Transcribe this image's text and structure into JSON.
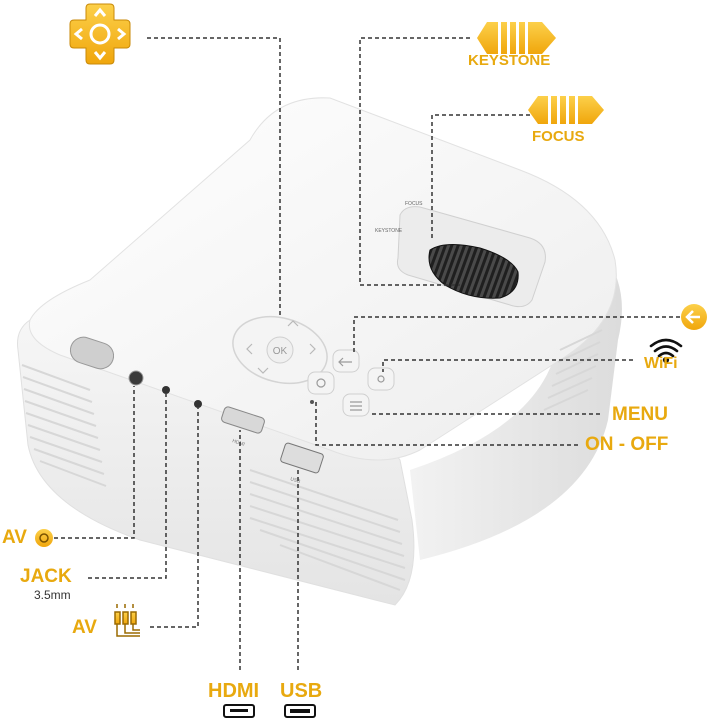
{
  "labels": {
    "keystone": "KEYSTONE",
    "focus": "FOCUS",
    "wifi": "WiFi",
    "menu": "MENU",
    "on_off": "ON - OFF",
    "av_top": "AV",
    "jack": "JACK",
    "jack_size": "3.5mm",
    "av_bottom": "AV",
    "hdmi": "HDMI",
    "usb": "USB"
  },
  "device": {
    "ok_button": "OK",
    "focus_marking": "FOCUS",
    "keystone_marking": "KEYSTONE",
    "hdmi_port_marking": "HDMI",
    "usb_port_marking": "USB"
  },
  "colors": {
    "accent_gold": "#f5b51b",
    "label_dark": "#3a3a3a",
    "device_body": "#f4f4f4",
    "leader_line": "#333333"
  },
  "icons": [
    "dpad-icon",
    "keystone-arrows-icon",
    "focus-arrows-icon",
    "back-arrow-icon",
    "wifi-icon",
    "av-port-icon",
    "av-rca-cable-icon",
    "hdmi-port-icon",
    "usb-port-icon"
  ]
}
